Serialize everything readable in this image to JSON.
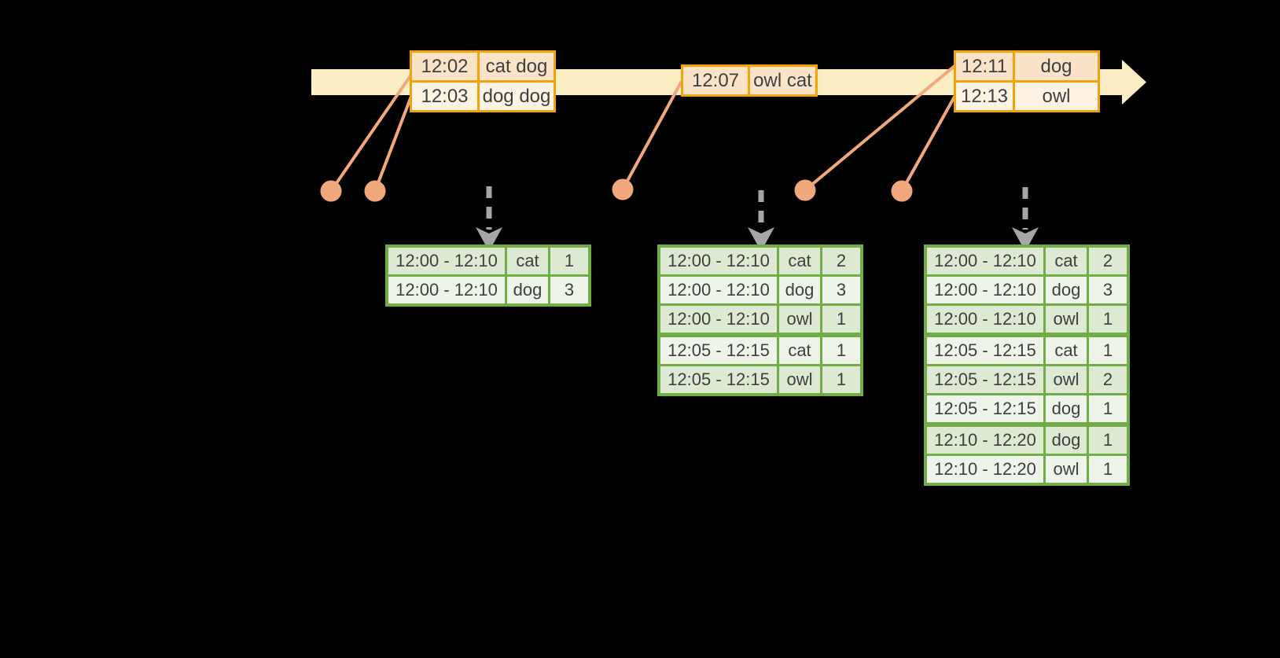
{
  "colors": {
    "background": "#000000",
    "timeline_fill": "#FBEEC4",
    "event_border": "#F0A40A",
    "event_row_dark": "#FAE3C6",
    "event_row_light": "#FDF3E3",
    "marker": "#F2A87C",
    "trigger_arrow": "#A6A6A6",
    "result_border": "#70AD47",
    "result_row_dark": "#DEE9D3",
    "result_row_light": "#EFF4EB",
    "text": "#3F3F3F"
  },
  "event_tables": [
    {
      "rows": [
        {
          "time": "12:02",
          "words": "cat dog"
        },
        {
          "time": "12:03",
          "words": "dog dog"
        }
      ]
    },
    {
      "rows": [
        {
          "time": "12:07",
          "words": "owl cat"
        }
      ]
    },
    {
      "rows": [
        {
          "time": "12:11",
          "words": "dog"
        },
        {
          "time": "12:13",
          "words": "owl"
        }
      ]
    }
  ],
  "result_tables": [
    {
      "rows": [
        {
          "window": "12:00 - 12:10",
          "word": "cat",
          "count": 1
        },
        {
          "window": "12:00 - 12:10",
          "word": "dog",
          "count": 3
        }
      ]
    },
    {
      "rows": [
        {
          "window": "12:00 - 12:10",
          "word": "cat",
          "count": 2
        },
        {
          "window": "12:00 - 12:10",
          "word": "dog",
          "count": 3
        },
        {
          "window": "12:00 - 12:10",
          "word": "owl",
          "count": 1
        },
        {
          "window": "12:05 - 12:15",
          "word": "cat",
          "count": 1
        },
        {
          "window": "12:05 - 12:15",
          "word": "owl",
          "count": 1
        }
      ]
    },
    {
      "rows": [
        {
          "window": "12:00 - 12:10",
          "word": "cat",
          "count": 2
        },
        {
          "window": "12:00 - 12:10",
          "word": "dog",
          "count": 3
        },
        {
          "window": "12:00 - 12:10",
          "word": "owl",
          "count": 1
        },
        {
          "window": "12:05 - 12:15",
          "word": "cat",
          "count": 1
        },
        {
          "window": "12:05 - 12:15",
          "word": "owl",
          "count": 2
        },
        {
          "window": "12:05 - 12:15",
          "word": "dog",
          "count": 1
        },
        {
          "window": "12:10 - 12:20",
          "word": "dog",
          "count": 1
        },
        {
          "window": "12:10 - 12:20",
          "word": "owl",
          "count": 1
        }
      ]
    }
  ]
}
